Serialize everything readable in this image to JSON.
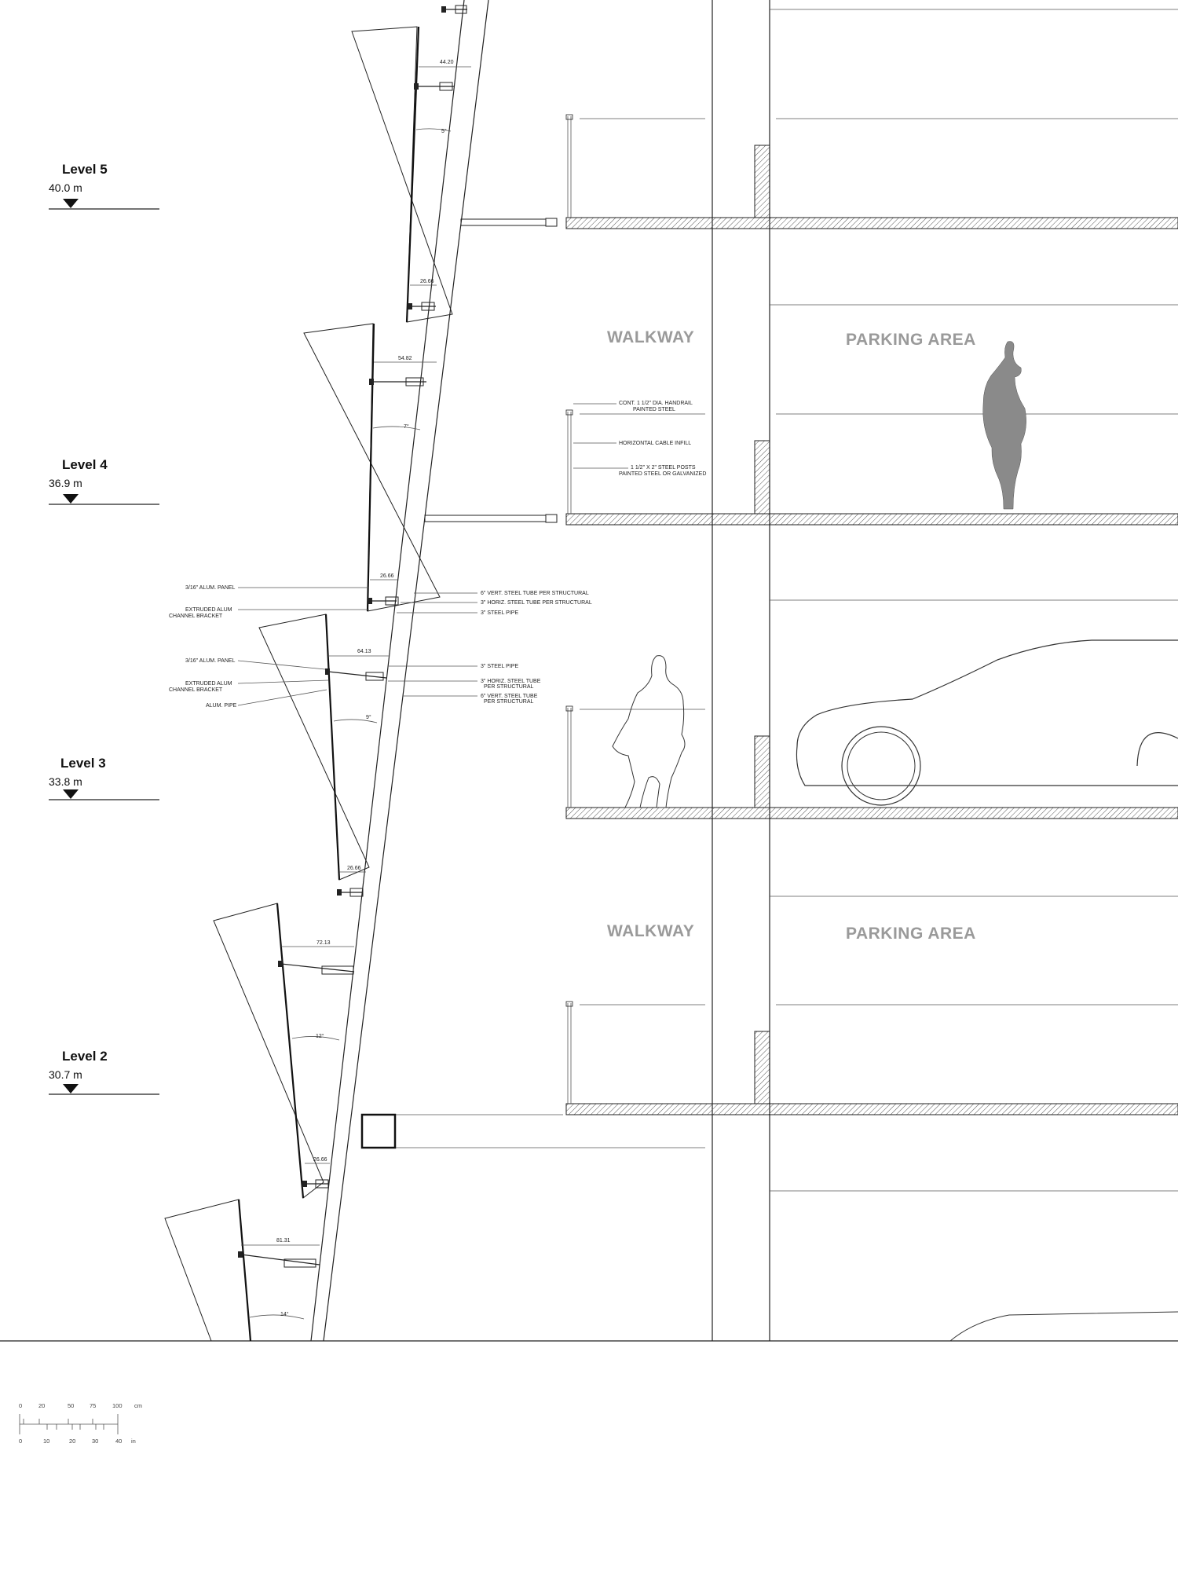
{
  "levels": [
    {
      "name": "Level 5",
      "elevation": "40.0 m"
    },
    {
      "name": "Level 4",
      "elevation": "36.9 m"
    },
    {
      "name": "Level 3",
      "elevation": "33.8 m"
    },
    {
      "name": "Level 2",
      "elevation": "30.7 m"
    }
  ],
  "zones": {
    "walkway_upper": "WALKWAY",
    "parking_upper": "PARKING AREA",
    "walkway_lower": "WALKWAY",
    "parking_lower": "PARKING AREA"
  },
  "rail_notes": {
    "handrail_1": "CONT. 1 1/2\" DIA. HANDRAIL",
    "handrail_2": "PAINTED STEEL",
    "cable": "HORIZONTAL CABLE INFILL",
    "posts_1": "1 1/2\" X 2\" STEEL POSTS",
    "posts_2": "PAINTED STEEL OR GALVANIZED"
  },
  "panel_notes": {
    "left": {
      "panel_a": "3/16\" ALUM. PANEL",
      "bracket_a1": "EXTRUDED ALUM",
      "bracket_a2": "CHANNEL BRACKET",
      "panel_b": "3/16\" ALUM. PANEL",
      "bracket_b1": "EXTRUDED ALUM",
      "bracket_b2": "CHANNEL BRACKET",
      "pipe": "ALUM. PIPE"
    },
    "right": {
      "vert_tube": "6\" VERT. STEEL TUBE PER STRUCTURAL",
      "horiz_tube": "3\" HORIZ. STEEL TUBE PER STRUCTURAL",
      "pipe_a": "3\" STEEL PIPE",
      "pipe_b": "3\" STEEL PIPE",
      "horiz_tube_b1": "3\" HORIZ. STEEL TUBE",
      "horiz_tube_b2": "PER STRUCTURAL",
      "vert_tube_b1": "6\" VERT. STEEL TUBE",
      "vert_tube_b2": "PER STRUCTURAL"
    }
  },
  "dimensions": {
    "d1": "44.20",
    "d2": "5°",
    "d3": "26.66",
    "d4": "54.82",
    "d5": "7°",
    "d6": "26.66",
    "d7": "64.13",
    "d8": "9°",
    "d9": "26.66",
    "d10": "72.13",
    "d11": "12°",
    "d12": "26.66",
    "d13": "81.31",
    "d14": "14°"
  },
  "scale_bar": {
    "cm_ticks": [
      "0",
      "20",
      "50",
      "75",
      "100",
      "cm"
    ],
    "in_ticks": [
      "0",
      "10",
      "20",
      "30",
      "40",
      "in"
    ]
  }
}
